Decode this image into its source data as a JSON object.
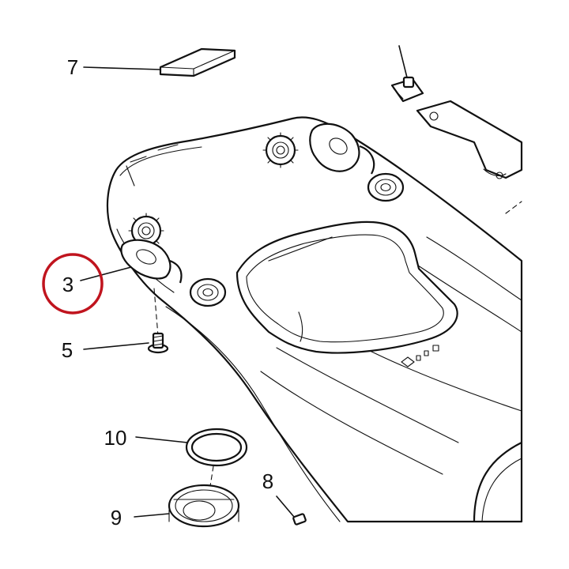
{
  "callouts": [
    {
      "id": "7",
      "label": "7"
    },
    {
      "id": "3",
      "label": "3"
    },
    {
      "id": "5",
      "label": "5"
    },
    {
      "id": "10",
      "label": "10"
    },
    {
      "id": "9",
      "label": "9"
    },
    {
      "id": "8",
      "label": "8"
    }
  ],
  "highlight": {
    "callout": "3",
    "color": "#c0141e"
  },
  "line_color": "#111111"
}
